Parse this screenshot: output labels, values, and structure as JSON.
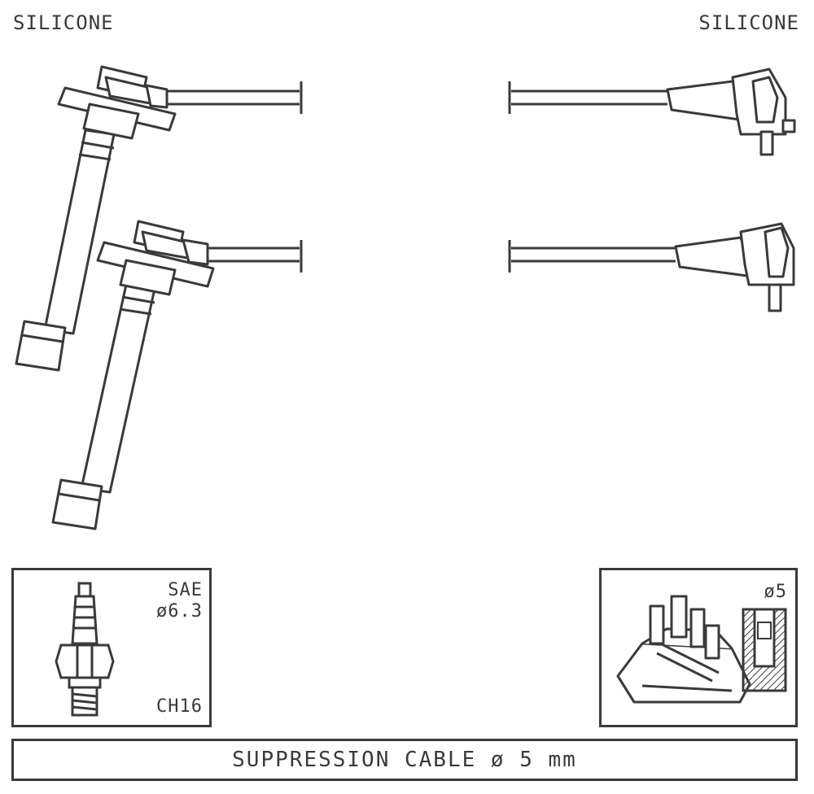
{
  "header": {
    "left_label": "SILICONE",
    "right_label": "SILICONE"
  },
  "spark_plug_box": {
    "standard": "SAE",
    "diameter": "ø6.3",
    "code": "CH16"
  },
  "distributor_box": {
    "diameter": "ø5"
  },
  "footer": {
    "cable_label": "SUPPRESSION CABLE  ø  5 mm"
  },
  "colors": {
    "line": "#3a3a3a",
    "background": "#ffffff"
  }
}
